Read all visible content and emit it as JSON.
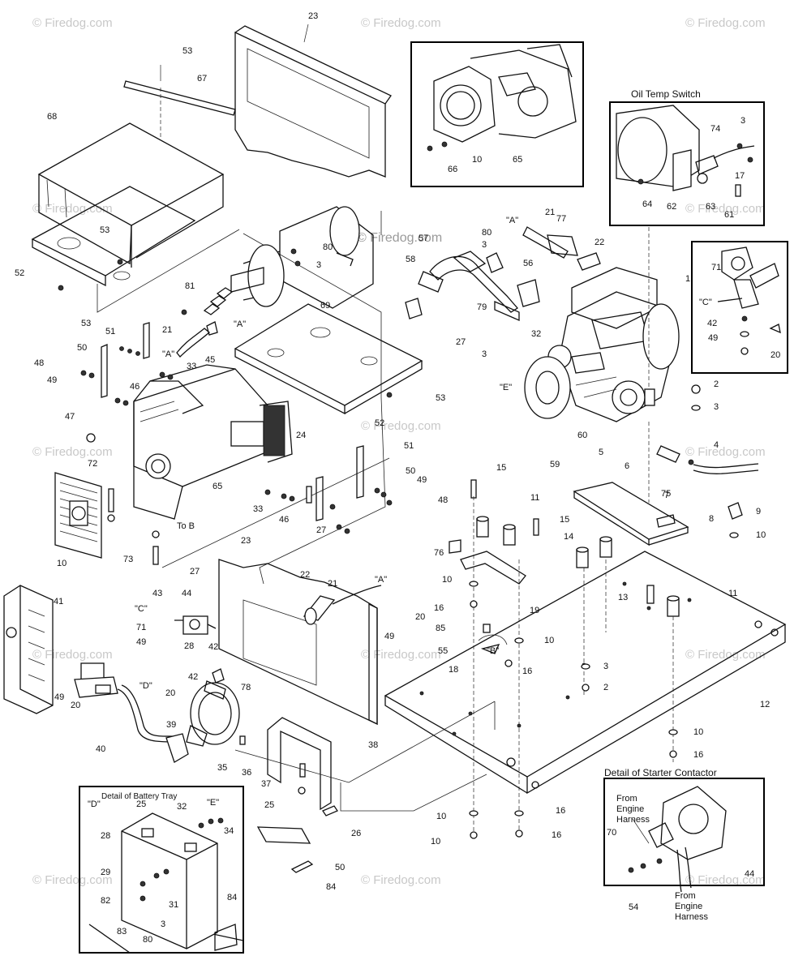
{
  "watermark": {
    "text": "© Firedog.com",
    "center_text": "© Firedog.com"
  },
  "captions": {
    "oil_temp_switch": "Oil Temp Switch",
    "battery_tray": "Detail of Battery Tray",
    "starter_contactor": "Detail of Starter Contactor",
    "from_engine_harness_1": "From\nEngine\nHarness",
    "from_engine_harness_2": "From\nEngine\nHarness",
    "to_b": "To B"
  },
  "callouts": {
    "main": [
      "23",
      "53",
      "67",
      "68",
      "53",
      "52",
      "53",
      "81",
      "69",
      "80",
      "3",
      "53",
      "52",
      "51",
      "21",
      "45",
      "\"A\"",
      "\"A\"",
      "48",
      "50",
      "49",
      "46",
      "33",
      "47",
      "24",
      "65",
      "33",
      "46",
      "27",
      "51",
      "50",
      "49",
      "48",
      "72",
      "10",
      "73",
      "27",
      "57",
      "58",
      "80",
      "3",
      "56",
      "79",
      "21",
      "77",
      "22",
      "\"A\"",
      "27",
      "3",
      "32",
      "\"E\"",
      "60",
      "59",
      "5",
      "1",
      "2",
      "3",
      "4",
      "7",
      "8",
      "9",
      "10",
      "75",
      "6",
      "15",
      "11",
      "15",
      "14",
      "76",
      "19",
      "10",
      "16",
      "13",
      "11",
      "85",
      "10",
      "55",
      "\"B\"",
      "16",
      "18",
      "3",
      "2",
      "12",
      "10",
      "16",
      "10",
      "16",
      "10",
      "16",
      "23",
      "22",
      "21",
      "\"A\"",
      "20",
      "49",
      "41",
      "43",
      "44",
      "\"C\"",
      "71",
      "49",
      "42",
      "28",
      "\"D\"",
      "20",
      "42",
      "49",
      "20",
      "78",
      "40",
      "39",
      "35",
      "36",
      "38",
      "37",
      "25",
      "26",
      "50",
      "84",
      "82",
      "83"
    ],
    "inset_top": [
      "65",
      "66",
      "10"
    ],
    "inset_oil": [
      "3",
      "74",
      "17",
      "64",
      "62",
      "63",
      "61"
    ],
    "inset_right": [
      "71",
      "\"C\"",
      "42",
      "49",
      "20"
    ],
    "inset_battery": [
      "\"D\"",
      "25",
      "32",
      "\"E\"",
      "34",
      "28",
      "29",
      "82",
      "31",
      "83",
      "80",
      "3",
      "84"
    ],
    "inset_starter": [
      "70",
      "54",
      "44"
    ]
  }
}
